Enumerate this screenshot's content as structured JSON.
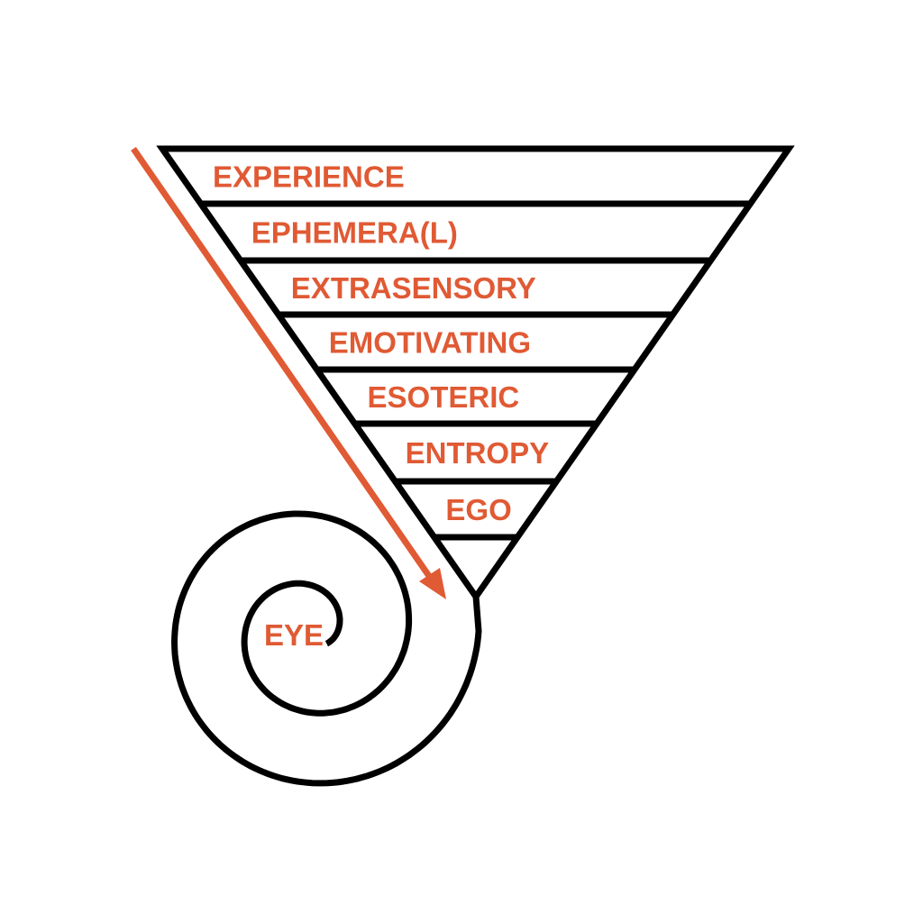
{
  "funnel_layers": [
    {
      "label": "EXPERIENCE"
    },
    {
      "label": "EPHEMERA(L)"
    },
    {
      "label": "EXTRASENSORY"
    },
    {
      "label": "EMOTIVATING"
    },
    {
      "label": "ESOTERIC"
    },
    {
      "label": "ENTROPY"
    },
    {
      "label": "EGO"
    },
    {
      "label": ""
    }
  ],
  "spiral_center_label": "EYE",
  "colors": {
    "accent": "#E05A34",
    "stroke": "#000000",
    "background": "#FFFFFF"
  }
}
